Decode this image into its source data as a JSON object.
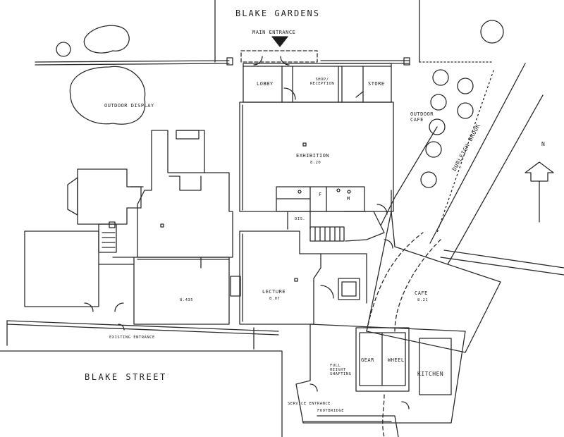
{
  "plan": {
    "streets": {
      "north": "BLAKE GARDENS",
      "south": "BLAKE STREET",
      "brook": "DURLEIGH BROOK"
    },
    "entrances": {
      "main": "MAIN ENTRANCE",
      "existing": "EXISTING ENTRANCE",
      "service": "SERVICE ENTRANCE"
    },
    "rooms": {
      "lobby": "LOBBY",
      "shop": "SHOP/ RECEPTION",
      "store": "STORE",
      "outdoor_display": "OUTDOOR DISPLAY",
      "outdoor_cafe": "OUTDOOR CAFE",
      "exhibition": "EXHIBITION",
      "exhibition_area": "8.20",
      "wc_f": "F",
      "wc_m": "M",
      "dis": "DIS.",
      "main_hall_area": "8.435",
      "lecture": "LECTURE",
      "lecture_area": "8.07",
      "cafe": "CAFE",
      "cafe_area": "8.21",
      "full_height_shafting": "FULL HEIGHT SHAFTING",
      "gear": "GEAR",
      "wheel": "WHEEL",
      "kitchen": "KITCHEN",
      "footbridge": "FOOTBRIDGE"
    },
    "north_marker": "N"
  }
}
